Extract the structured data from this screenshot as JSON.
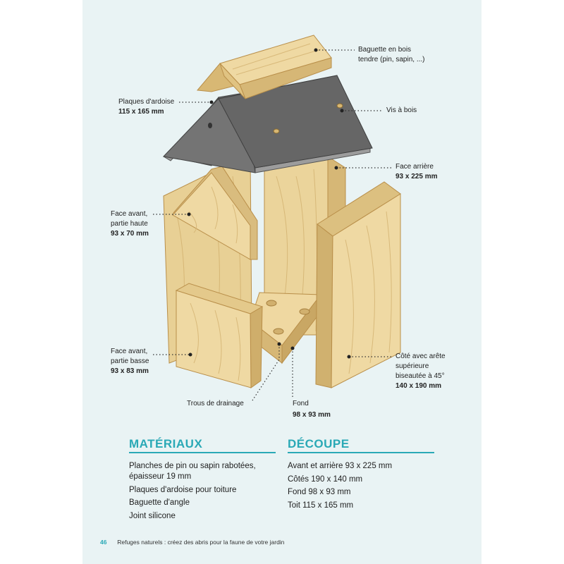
{
  "labels": {
    "baguette": [
      "Baguette en bois",
      "tendre (pin, sapin, ...)"
    ],
    "ardoise": {
      "lines": [
        "Plaques d'ardoise"
      ],
      "dim": "115 x 165 mm"
    },
    "vis": "Vis à bois",
    "face_arriere": {
      "lines": [
        "Face arrière"
      ],
      "dim": "93 x 225 mm"
    },
    "face_haute": {
      "lines": [
        "Face avant,",
        "partie haute"
      ],
      "dim": "93 x 70 mm"
    },
    "face_basse": {
      "lines": [
        "Face avant,",
        "partie basse"
      ],
      "dim": "93 x 83 mm"
    },
    "cote": {
      "lines": [
        "Côté avec arête",
        "supérieure",
        "biseautée à 45°"
      ],
      "dim": "140 x 190 mm"
    },
    "trous": "Trous de drainage",
    "fond": {
      "lines": [
        "Fond"
      ],
      "dim": "98 x 93 mm"
    }
  },
  "materiaux": {
    "title": "MATÉRIAUX",
    "items": [
      "Planches de pin ou sapin rabotées, épaisseur 19 mm",
      "Plaques d'ardoise pour toiture",
      "Baguette d'angle",
      "Joint silicone"
    ]
  },
  "decoupe": {
    "title": "DÉCOUPE",
    "items": [
      "Avant et arrière 93 x 225 mm",
      "Côtés 190 x 140 mm",
      "Fond 98 x 93 mm",
      "Toit 115 x 165 mm"
    ]
  },
  "footer": {
    "page_number": "46",
    "book_title": "Refuges naturels : créez des abris pour la faune de votre jardin"
  },
  "colors": {
    "accent": "#2aa9b6",
    "page_bg": "#e9f3f4",
    "wood": "#ecd59c",
    "slate": "#6e6e6e"
  }
}
